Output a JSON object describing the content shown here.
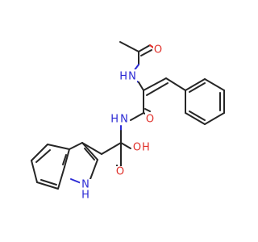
{
  "molecule": {
    "atoms": {
      "acetyl_o": "O",
      "amide_nh_1": "N",
      "amide_nh_1_h": "H",
      "amide_nh_2": "N",
      "amide_nh_2_h": "H",
      "amide_o_2": "O",
      "acid_oh_h": "H",
      "acid_oh_o": "O",
      "acid_o": "O",
      "indole_nh_h": "H",
      "indole_n": "N"
    }
  },
  "colors": {
    "bond": "#262626",
    "oxygen": "#e0302a",
    "nitrogen": "#2b2ad4",
    "background": "#ffffff"
  }
}
